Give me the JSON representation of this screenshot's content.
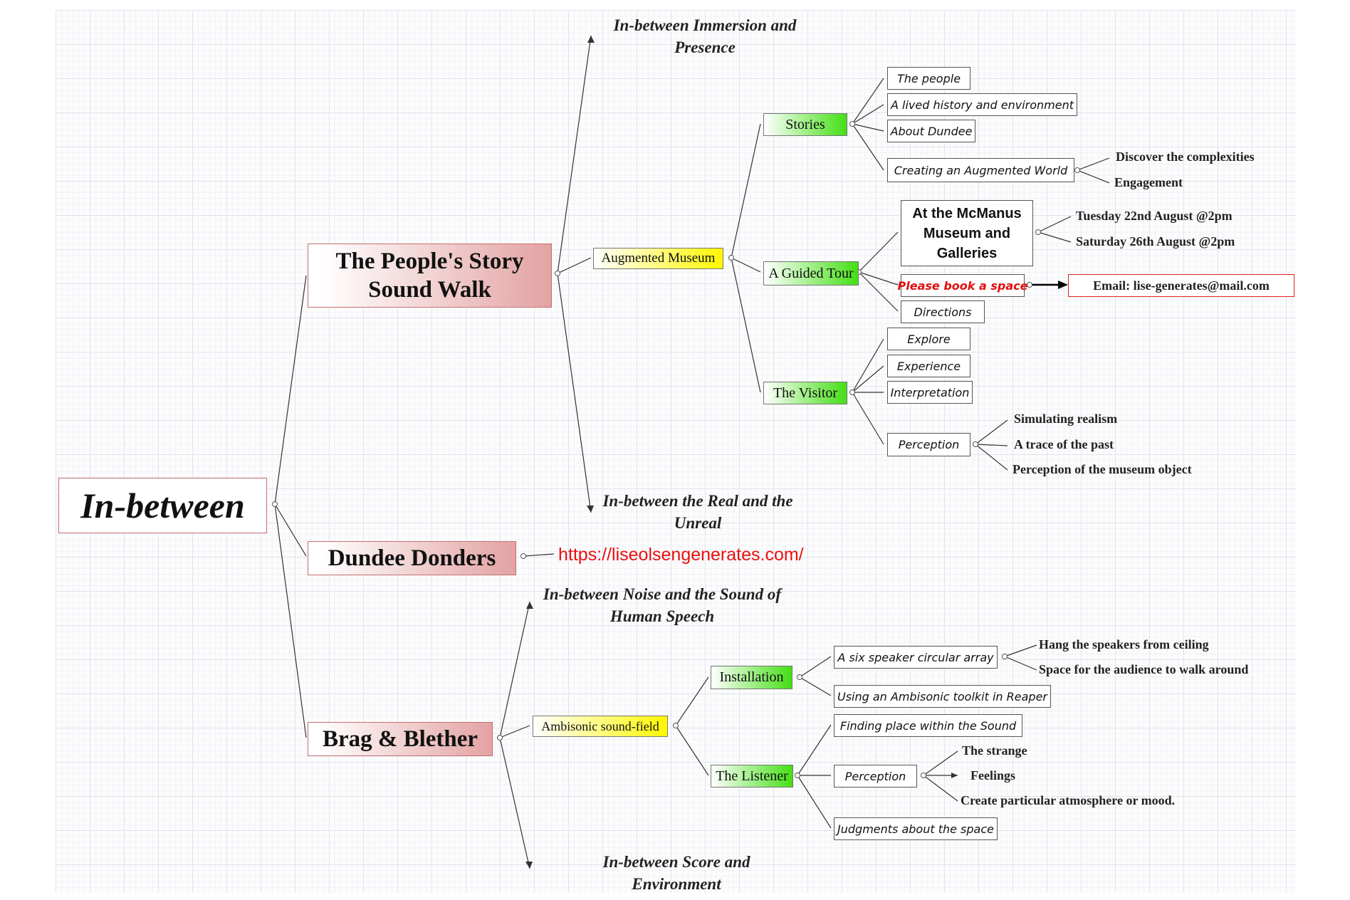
{
  "root": "In-between",
  "branches": {
    "peoples_story": "The People's Story Sound Walk",
    "dundee_donders": "Dundee Donders",
    "brag_blether": "Brag & Blether"
  },
  "captions": {
    "immersion_presence": "In-between Immersion and Presence",
    "real_unreal": "In-between the Real and the Unreal",
    "noise_speech": "In-between Noise and the Sound of Human Speech",
    "score_environment": "In-between Score and Environment"
  },
  "augmented_museum": {
    "label": "Augmented Museum",
    "stories": {
      "label": "Stories",
      "items": [
        "The people",
        "A lived history and environment",
        "About Dundee",
        "Creating an Augmented World"
      ],
      "augmented_world_children": [
        "Discover the complexities",
        "Engagement"
      ]
    },
    "guided_tour": {
      "label": "A Guided Tour",
      "venue": "At the McManus Museum and Galleries",
      "dates": [
        "Tuesday 22nd August @2pm",
        "Saturday 26th August @2pm"
      ],
      "book": "Please book a space",
      "email": "Email: lise-generates@mail.com",
      "directions": "Directions"
    },
    "visitor": {
      "label": "The Visitor",
      "items": [
        "Explore",
        "Experience",
        "Interpretation",
        "Perception"
      ],
      "perception_children": [
        "Simulating realism",
        "A trace of the past",
        "Perception of the museum object"
      ]
    }
  },
  "dundee_url": "https://liseolsengenerates.com/",
  "ambisonic": {
    "label": "Ambisonic sound-field",
    "installation": {
      "label": "Installation",
      "items": [
        "A six speaker circular array",
        "Using an Ambisonic toolkit in Reaper"
      ],
      "array_children": [
        "Hang the speakers from ceiling",
        "Space for the audience to walk around"
      ]
    },
    "listener": {
      "label": "The Listener",
      "items": [
        "Finding place within the Sound",
        "Perception",
        "Judgments about the space"
      ],
      "perception_children": [
        "The strange",
        "Feelings",
        "Create particular atmosphere or mood."
      ]
    }
  },
  "colors": {
    "main_fill": "#e3a2a2",
    "yellow": "#fff700",
    "green": "#44df14",
    "link_red": "#ea1010"
  }
}
